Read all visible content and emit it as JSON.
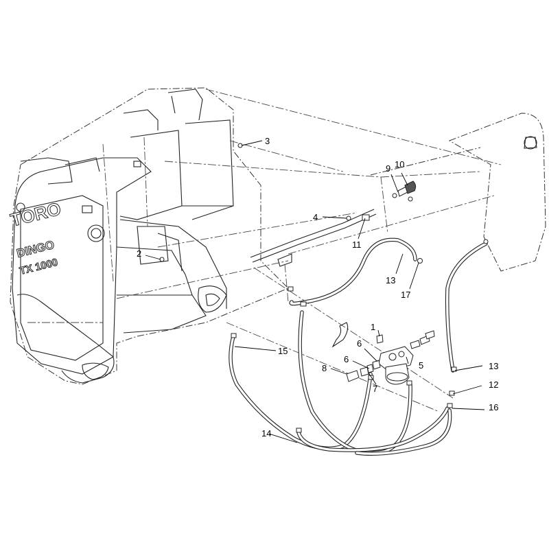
{
  "brand_lettering": [
    "TORO",
    "DINGO",
    "TX 1000"
  ],
  "callouts": [
    {
      "id": "c1",
      "label": "1"
    },
    {
      "id": "c2",
      "label": "2"
    },
    {
      "id": "c3",
      "label": "3"
    },
    {
      "id": "c4",
      "label": "4"
    },
    {
      "id": "c5",
      "label": "5"
    },
    {
      "id": "c6a",
      "label": "6"
    },
    {
      "id": "c6b",
      "label": "6"
    },
    {
      "id": "c7",
      "label": "7"
    },
    {
      "id": "c8",
      "label": "8"
    },
    {
      "id": "c9",
      "label": "9"
    },
    {
      "id": "c10",
      "label": "10"
    },
    {
      "id": "c11",
      "label": "11"
    },
    {
      "id": "c12",
      "label": "12"
    },
    {
      "id": "c13a",
      "label": "13"
    },
    {
      "id": "c13b",
      "label": "13"
    },
    {
      "id": "c14",
      "label": "14"
    },
    {
      "id": "c15",
      "label": "15"
    },
    {
      "id": "c16",
      "label": "16"
    },
    {
      "id": "c17",
      "label": "17"
    }
  ],
  "colors": {
    "line": "#222222",
    "background": "#ffffff"
  }
}
